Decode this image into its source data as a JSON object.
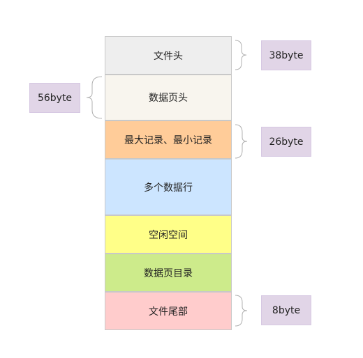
{
  "blocks": [
    {
      "label": "文件头",
      "color": "#eeeeee"
    },
    {
      "label": "数据页头",
      "color": "#f8f5ee"
    },
    {
      "label": "最大记录、最小记录",
      "color": "#ffcc99"
    },
    {
      "label": "多个数据行",
      "color": "#cce5ff"
    },
    {
      "label": "空闲空间",
      "color": "#ffff88"
    },
    {
      "label": "数据页目录",
      "color": "#cdeb8b"
    },
    {
      "label": "文件尾部",
      "color": "#ffcccc"
    }
  ],
  "sizes": {
    "file_header": "38byte",
    "page_header": "56byte",
    "infimum_supremum": "26byte",
    "file_trailer": "8byte"
  },
  "tag_color": "#e1d5e7"
}
